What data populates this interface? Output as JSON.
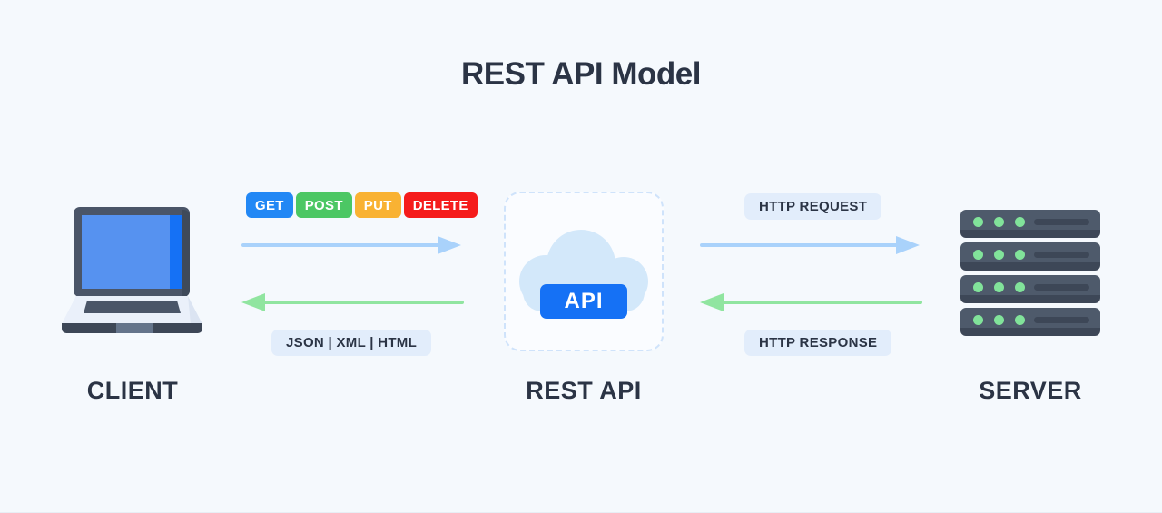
{
  "diagram": {
    "title": "REST API Model",
    "background_color": "#f5f9fd",
    "text_color": "#2b3445"
  },
  "nodes": [
    {
      "id": "client",
      "label": "CLIENT",
      "icon": "laptop-icon"
    },
    {
      "id": "restapi",
      "label": "REST API",
      "icon": "cloud-icon",
      "badge": "API"
    },
    {
      "id": "server",
      "label": "SERVER",
      "icon": "server-rack-icon"
    }
  ],
  "labels": {
    "client": "CLIENT",
    "rest_api": "REST API",
    "server": "SERVER",
    "api_badge": "API"
  },
  "http_methods": [
    {
      "name": "GET",
      "color": "#2288f5"
    },
    {
      "name": "POST",
      "color": "#4cc764"
    },
    {
      "name": "PUT",
      "color": "#f9b233"
    },
    {
      "name": "DELETE",
      "color": "#f51b1b"
    }
  ],
  "pills": {
    "formats": "JSON | XML | HTML",
    "http_request": "HTTP REQUEST",
    "http_response": "HTTP RESPONSE"
  },
  "arrows": [
    {
      "id": "request-left",
      "direction": "right",
      "color": "#a9d2fb",
      "from": "client",
      "to": "restapi"
    },
    {
      "id": "response-left",
      "direction": "left",
      "color": "#90e5a0",
      "from": "restapi",
      "to": "client"
    },
    {
      "id": "request-right",
      "direction": "right",
      "color": "#a9d2fb",
      "from": "restapi",
      "to": "server"
    },
    {
      "id": "response-right",
      "direction": "left",
      "color": "#90e5a0",
      "from": "server",
      "to": "restapi"
    }
  ],
  "server_units": [
    {
      "leds": 3
    },
    {
      "leds": 3
    },
    {
      "leds": 3
    },
    {
      "leds": 3
    }
  ]
}
